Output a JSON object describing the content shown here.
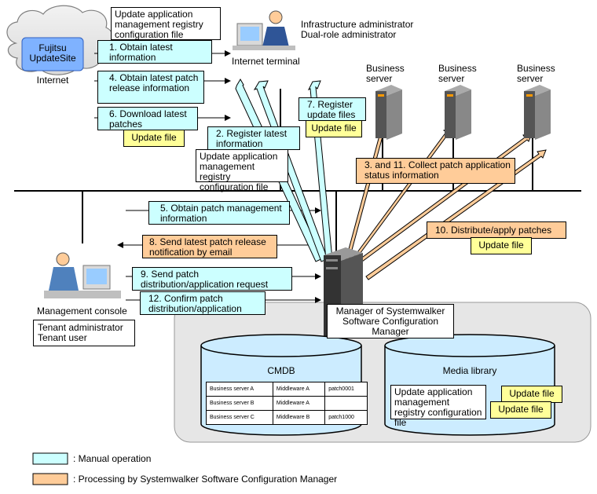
{
  "top_note": "Update application management registry configuration file",
  "infra_admin": [
    "Infrastructure administrator",
    "Dual-role administrator"
  ],
  "internet_terminal": "Internet terminal",
  "cloud": {
    "site": "Fujitsu UpdateSite",
    "label": "Internet"
  },
  "business_server": "Business server",
  "steps": {
    "s1": "1. Obtain latest information",
    "s2": "2. Register latest information",
    "s2_note": "Update application management registry configuration file",
    "s3": "3. and 11. Collect patch application status information",
    "s4": "4. Obtain latest patch release information",
    "s5": "5. Obtain patch management information",
    "s6": "6. Download latest patches",
    "s7": "7. Register update files",
    "s8": "8. Send latest patch release notification by email",
    "s9": "9. Send patch distribution/application request",
    "s10": "10. Distribute/apply patches",
    "s12": "12. Confirm patch distribution/application"
  },
  "update_file": "Update file",
  "manager": "Manager of Systemwalker Software Configuration Manager",
  "mgmt_console": "Management console",
  "tenant": [
    "Tenant administrator",
    "Tenant user"
  ],
  "cmdb": {
    "title": "CMDB",
    "rows": [
      [
        "Business server A",
        "Middleware A",
        "patch0001"
      ],
      [
        "Business server B",
        "Middleware A",
        ""
      ],
      [
        "Business server C",
        "Middleware B",
        "patch1000"
      ]
    ]
  },
  "media": {
    "title": "Media library",
    "note": "Update application management registry configuration file"
  },
  "legend": {
    "manual": ": Manual operation",
    "auto": ": Processing by Systemwalker Software Configuration Manager"
  },
  "colors": {
    "manual": "#ccffff",
    "auto": "#ffcc99",
    "note": "#ffff99",
    "db": "#ccecff",
    "platform": "#e6e6e6"
  }
}
